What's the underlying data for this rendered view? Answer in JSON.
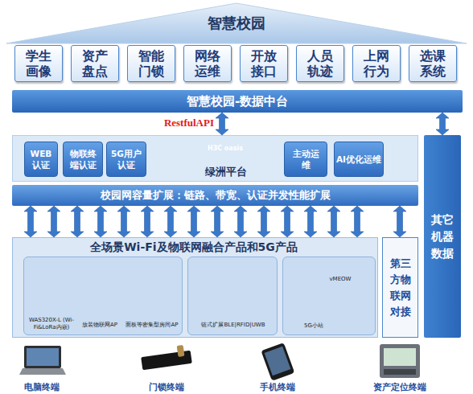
{
  "diagram": {
    "title": "智慧校园",
    "nodes": [
      {
        "text": [
          "学生画像"
        ]
      },
      {
        "text": [
          "资产盘点"
        ]
      },
      {
        "text": [
          "智能门锁"
        ]
      },
      {
        "text": [
          "网络运维"
        ]
      },
      {
        "text": [
          "开放接口"
        ]
      },
      {
        "text": [
          "人员轨迹"
        ]
      },
      {
        "text": [
          "上网行为"
        ]
      },
      {
        "text": [
          "选课系统"
        ]
      },
      {
        "text": [
          "智慧校园-数据中台"
        ]
      },
      {
        "text": [
          "绿洲平台"
        ]
      },
      {
        "text": [
          "WEB认证"
        ],
        "in": 9
      },
      {
        "text": [
          "物联终端认证"
        ],
        "in": 9
      },
      {
        "text": [
          "5G用户认证"
        ],
        "in": 9
      },
      {
        "text": [
          "主动运维"
        ],
        "in": 9
      },
      {
        "text": [
          "AI优化运维"
        ],
        "in": 9
      },
      {
        "text": [
          "其它机器数据"
        ]
      },
      {
        "text": [
          "校园网容量扩展：链路、带宽、认证并发性能扩展"
        ]
      },
      {
        "text": [
          "全场景Wi-Fi及物联网融合产品和5G产品"
        ]
      },
      {
        "text": [
          "WAS320X-L (Wi-Fi&LoRa内嵌)",
          "放装物联网AP",
          "面板等密集型房间AP"
        ],
        "in": 17
      },
      {
        "text": [
          "链式扩展BLE|RFID|UWB"
        ],
        "in": 17
      },
      {
        "text": [
          "vMEOW",
          "5G小站"
        ],
        "in": 17
      },
      {
        "text": [
          "第三方物联网对接"
        ]
      }
    ],
    "edges": [
      {
        "from": 8,
        "to": 9,
        "label": "RestfulAPI",
        "arrow": "both"
      },
      {
        "from": 15,
        "to": 8,
        "arrow": "both"
      },
      {
        "from": 16,
        "to": 17,
        "arrow": "both"
      },
      {
        "from": 16,
        "to": 17,
        "arrow": "both"
      },
      {
        "from": 16,
        "to": 17,
        "arrow": "both"
      },
      {
        "from": 16,
        "to": 17,
        "arrow": "both"
      },
      {
        "from": 16,
        "to": 17,
        "arrow": "both"
      },
      {
        "from": 16,
        "to": 17,
        "arrow": "both"
      },
      {
        "from": 16,
        "to": 17,
        "arrow": "both"
      },
      {
        "from": 16,
        "to": 17,
        "arrow": "both"
      },
      {
        "from": 16,
        "to": 17,
        "arrow": "both"
      },
      {
        "from": 16,
        "to": 17,
        "arrow": "both"
      },
      {
        "from": 16,
        "to": 17,
        "arrow": "both"
      },
      {
        "from": 16,
        "to": 17,
        "arrow": "both"
      },
      {
        "from": 16,
        "to": 17,
        "arrow": "both"
      },
      {
        "from": 16,
        "to": 17,
        "arrow": "both"
      },
      {
        "from": 16,
        "to": 17,
        "arrow": "both"
      },
      {
        "from": 16,
        "to": 21,
        "arrow": "both"
      }
    ],
    "labels": [
      "H3C oasis",
      "电脑终端",
      "门锁终端",
      "手机终端",
      "资产定位终端"
    ]
  }
}
